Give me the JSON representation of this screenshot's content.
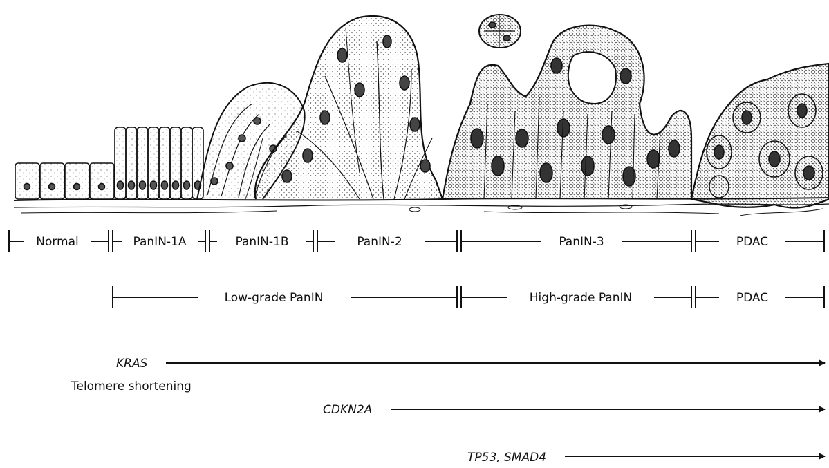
{
  "stages": {
    "normal": "Normal",
    "panin1a": "PanIN-1A",
    "panin1b": "PanIN-1B",
    "panin2": "PanIN-2",
    "panin3": "PanIN-3",
    "pdac": "PDAC"
  },
  "grades": {
    "low": "Low-grade PanIN",
    "high": "High-grade PanIN",
    "pdac": "PDAC"
  },
  "alterations": {
    "kras": "KRAS",
    "telomere": "Telomere shortening",
    "cdkn2a": "CDKN2A",
    "tp53_smad4": "TP53, SMAD4"
  },
  "colors": {
    "ink": "#111111",
    "background": "#ffffff"
  }
}
